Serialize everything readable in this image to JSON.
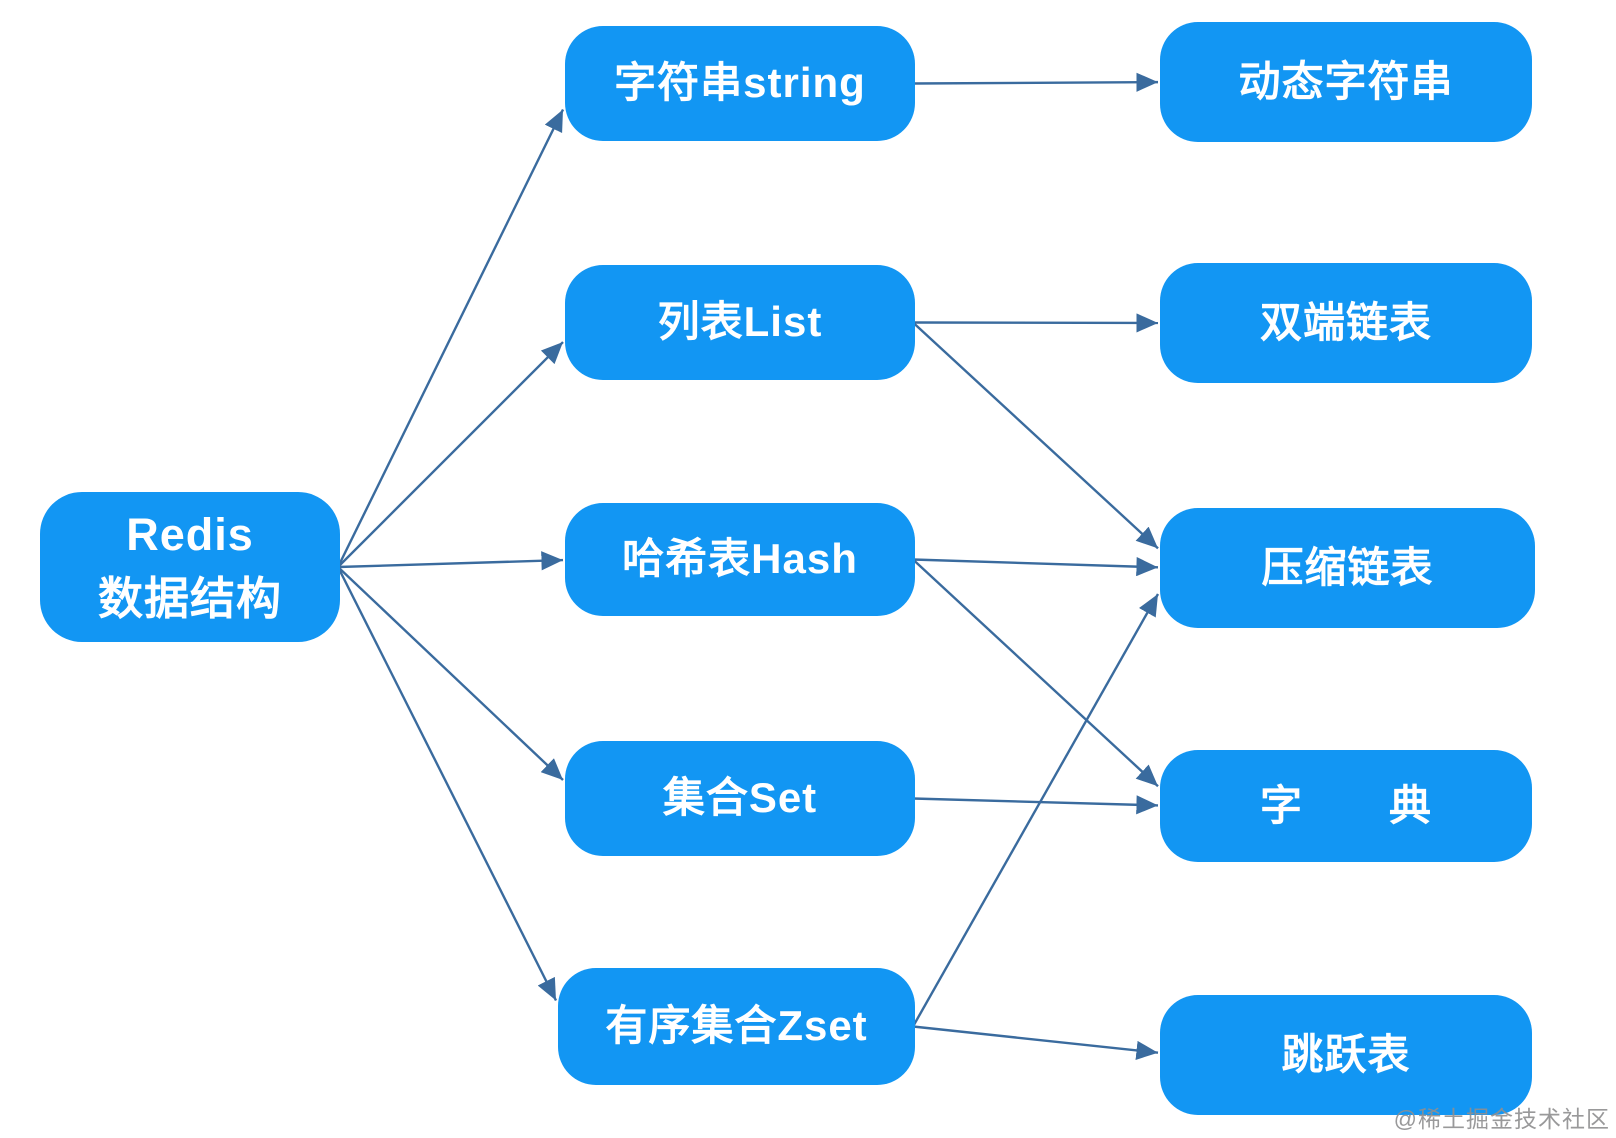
{
  "diagram": {
    "description": "Redis data structures mapped to their underlying implementations",
    "colors": {
      "node_fill": "#1296f3",
      "node_text": "#ffffff",
      "edge": "#3a6b9e",
      "watermark_text": "#8f8f90",
      "background": "#ffffff"
    },
    "nodes": {
      "redis": {
        "label": "Redis",
        "sublabel": "数据结构"
      },
      "string": {
        "label": "字符串string"
      },
      "list": {
        "label": "列表List"
      },
      "hash": {
        "label": "哈希表Hash"
      },
      "set": {
        "label": "集合Set"
      },
      "zset": {
        "label": "有序集合Zset"
      },
      "sds": {
        "label": "动态字符串"
      },
      "dll": {
        "label": "双端链表"
      },
      "ziplist": {
        "label": "压缩链表"
      },
      "dict": {
        "label": "字　　典"
      },
      "skiplist": {
        "label": "跳跃表"
      }
    },
    "edges": [
      {
        "from": "redis",
        "to": "string"
      },
      {
        "from": "redis",
        "to": "list"
      },
      {
        "from": "redis",
        "to": "hash"
      },
      {
        "from": "redis",
        "to": "set"
      },
      {
        "from": "redis",
        "to": "zset"
      },
      {
        "from": "string",
        "to": "sds"
      },
      {
        "from": "list",
        "to": "dll"
      },
      {
        "from": "list",
        "to": "ziplist"
      },
      {
        "from": "hash",
        "to": "ziplist"
      },
      {
        "from": "hash",
        "to": "dict"
      },
      {
        "from": "set",
        "to": "dict"
      },
      {
        "from": "zset",
        "to": "ziplist"
      },
      {
        "from": "zset",
        "to": "skiplist"
      }
    ],
    "watermark": "@稀土掘金技术社区"
  }
}
